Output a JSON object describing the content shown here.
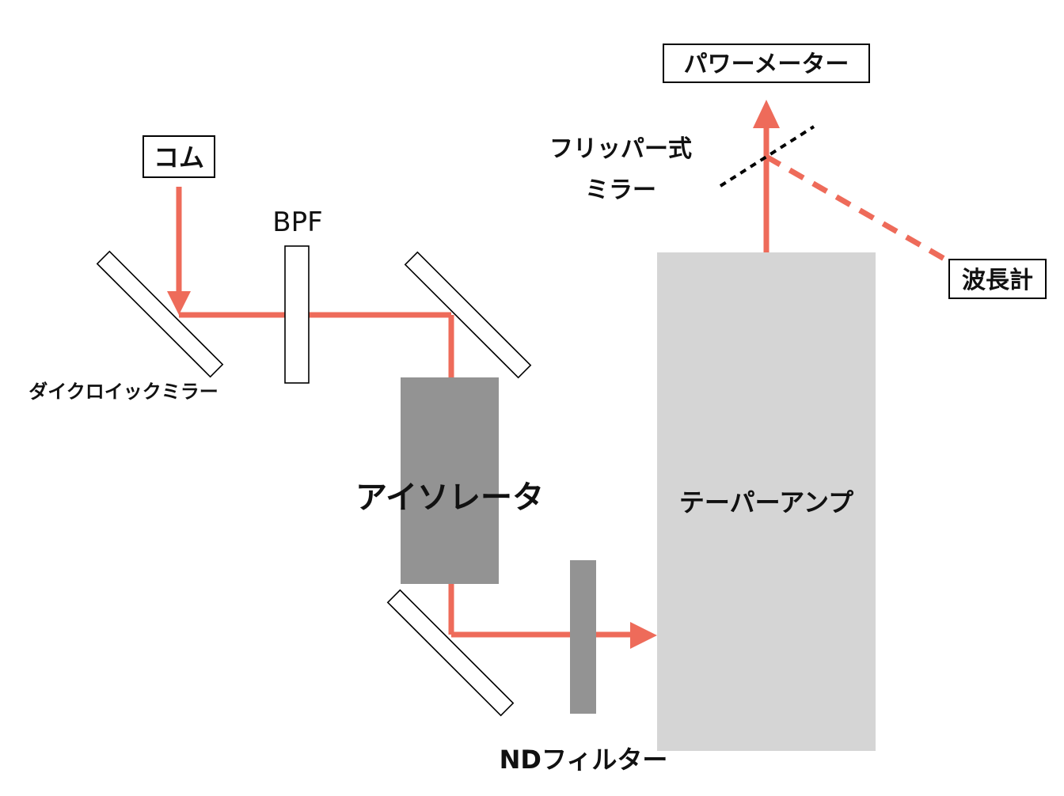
{
  "labels": {
    "comb": "コム",
    "bpf": "BPF",
    "dichroic_mirror": "ダイクロイックミラー",
    "isolator": "アイソレータ",
    "nd_filter": "NDフィルター",
    "tapered_amp": "テーパーアンプ",
    "flip_mirror_line1": "フリッパー式",
    "flip_mirror_line2": "ミラー",
    "power_meter": "パワーメーター",
    "wavemeter": "波長計"
  },
  "colors": {
    "beam": "#EE6B5A",
    "tapered_amp_fill": "#D5D5D5",
    "isolator_fill": "#939393",
    "nd_filter_fill": "#939393"
  }
}
